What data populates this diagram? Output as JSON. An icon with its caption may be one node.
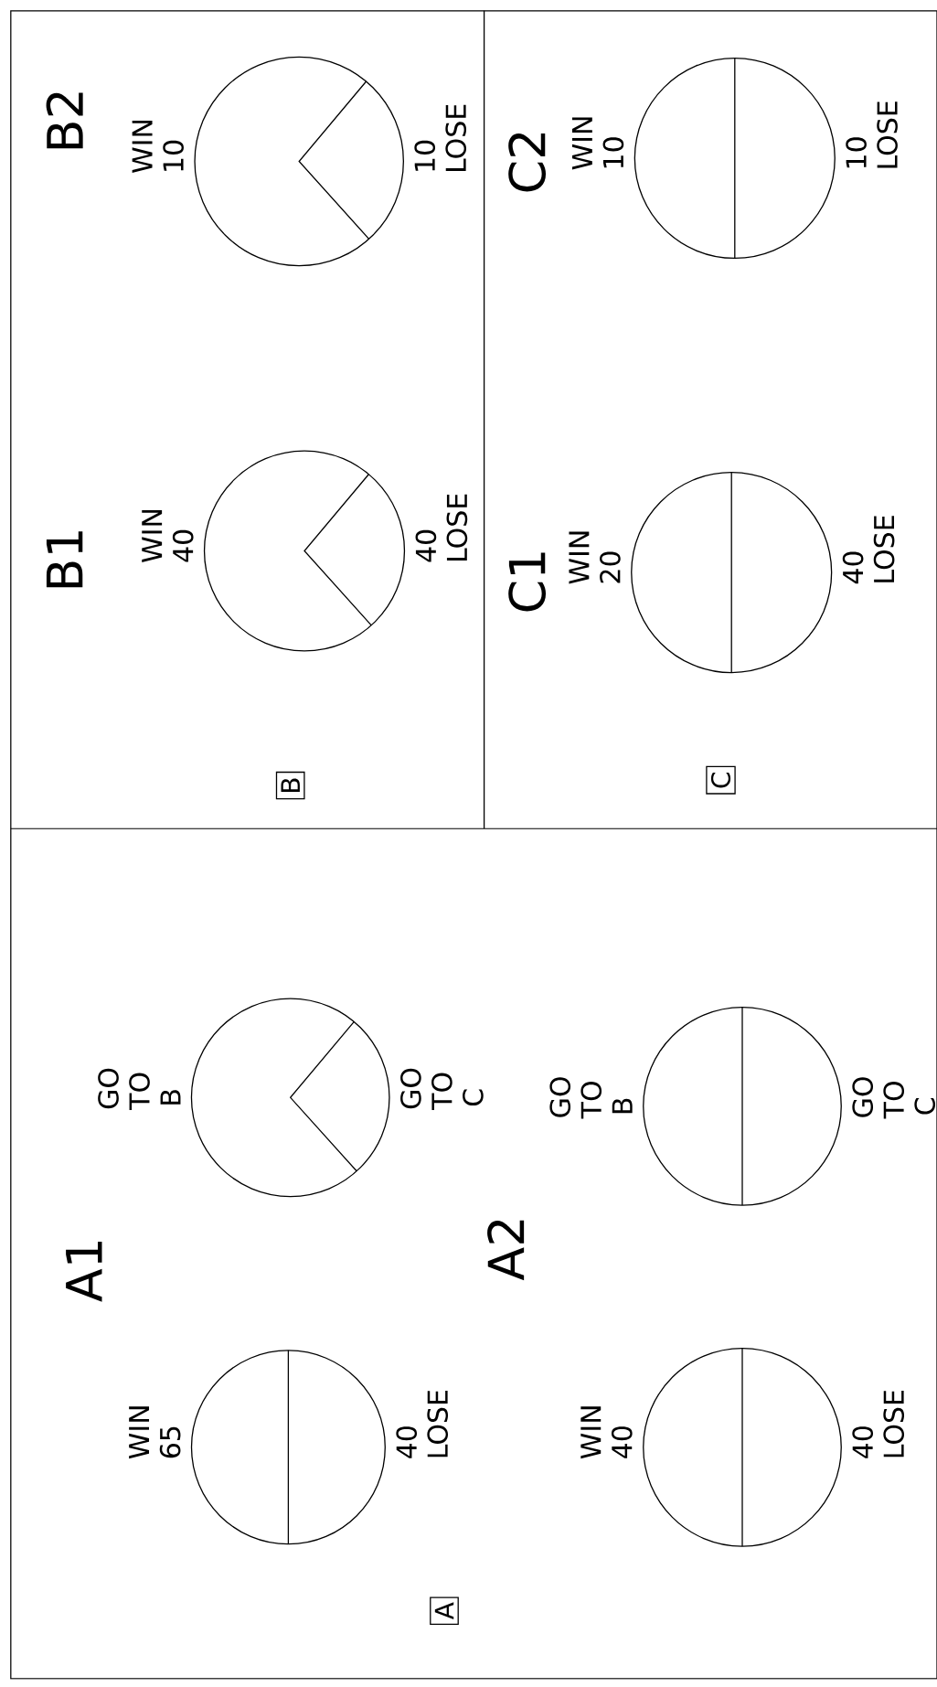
{
  "diagram": {
    "nodes": [
      {
        "text": [
          "A"
        ]
      },
      {
        "text": [],
        "shape": "circle",
        "beside": [
          "WIN 65",
          "40 LOSE"
        ]
      },
      {
        "text": [],
        "shape": "circle",
        "beside": [
          "GO TO B",
          "GO TO C"
        ]
      },
      {
        "text": [],
        "shape": "circle",
        "beside": [
          "WIN 40",
          "40 LOSE"
        ]
      },
      {
        "text": [],
        "shape": "circle",
        "beside": [
          "GO TO B",
          "GO TO C"
        ]
      },
      {
        "text": [
          "B"
        ]
      },
      {
        "text": [],
        "shape": "circle",
        "beside": [
          "WIN 40",
          "40 LOSE"
        ]
      },
      {
        "text": [],
        "shape": "circle",
        "beside": [
          "WIN 10",
          "10 LOSE"
        ]
      },
      {
        "text": [
          "C"
        ]
      },
      {
        "text": [],
        "shape": "circle",
        "beside": [
          "WIN 20",
          "40 LOSE"
        ]
      },
      {
        "text": [],
        "shape": "circle",
        "beside": [
          "WIN 10",
          "10 LOSE"
        ]
      }
    ],
    "labels": [
      "A1",
      "A2",
      "B1",
      "B2",
      "C1",
      "C2"
    ]
  }
}
